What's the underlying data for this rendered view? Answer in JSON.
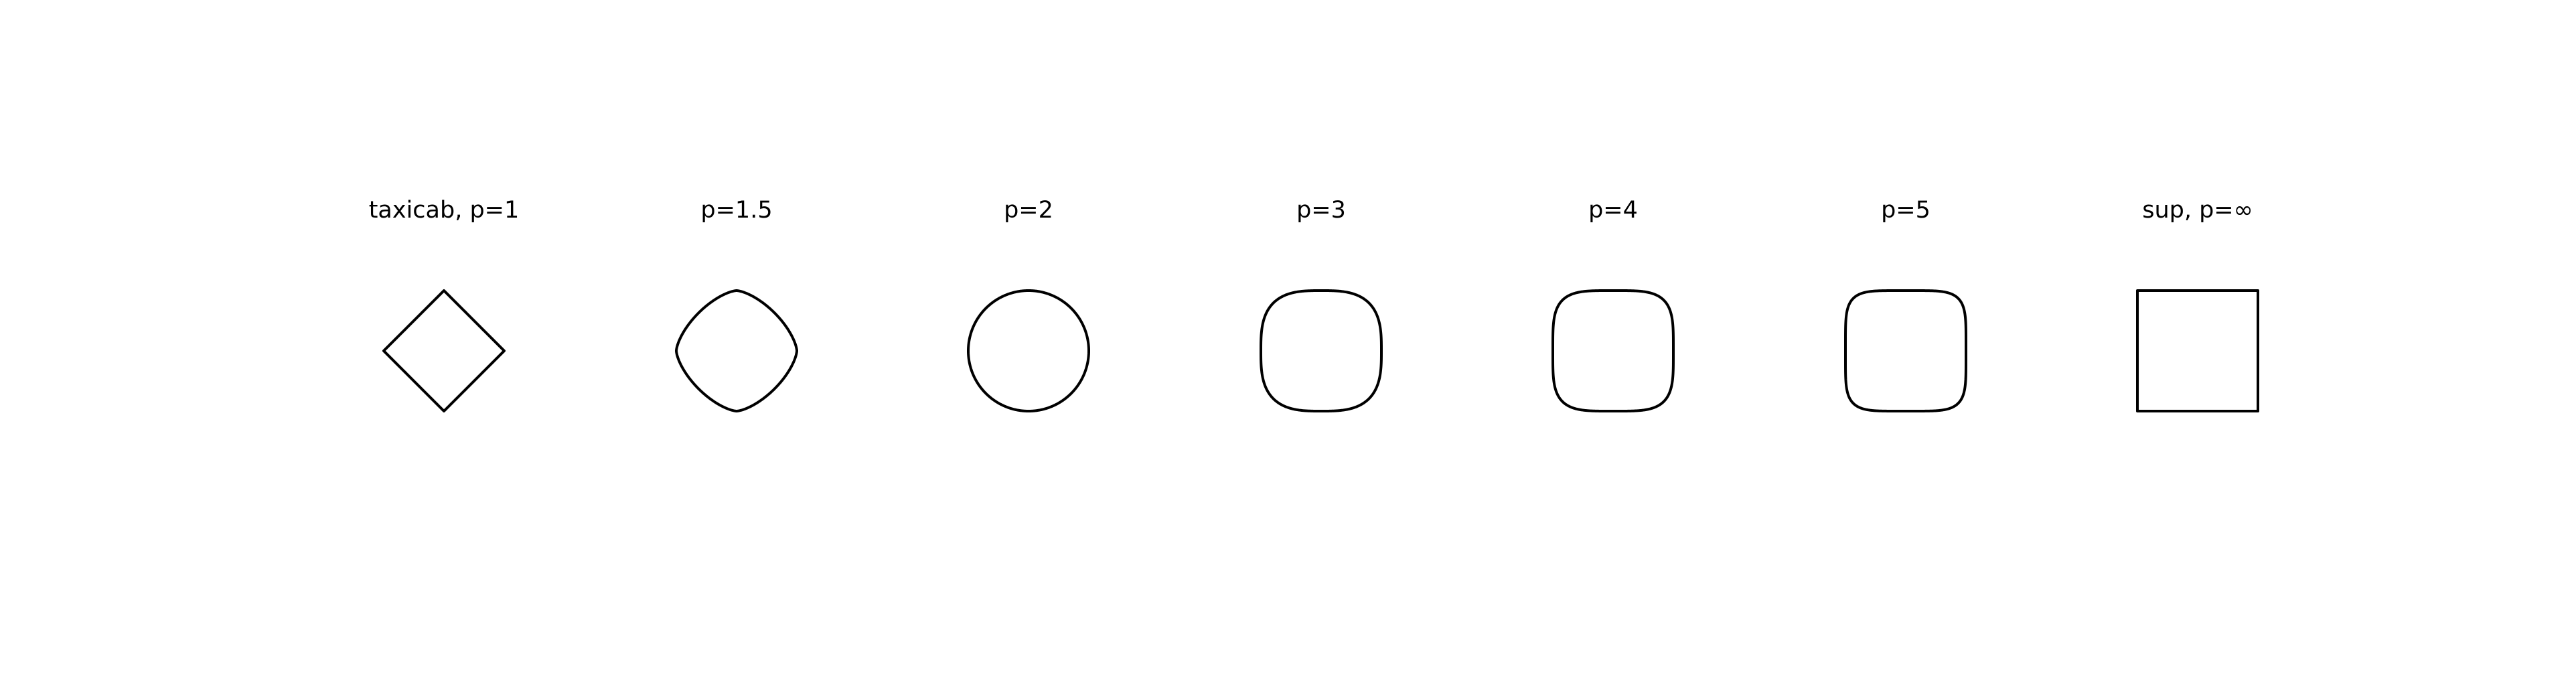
{
  "figure": {
    "stroke_color": "#000000",
    "background_color": "#ffffff",
    "panels": [
      {
        "title": "taxicab, p=1",
        "p": 1
      },
      {
        "title": "p=1.5",
        "p": 1.5
      },
      {
        "title": "p=2",
        "p": 2
      },
      {
        "title": "p=3",
        "p": 3
      },
      {
        "title": "p=4",
        "p": 4
      },
      {
        "title": "p=5",
        "p": 5
      },
      {
        "title": "sup, p=∞",
        "p": "inf"
      }
    ]
  }
}
